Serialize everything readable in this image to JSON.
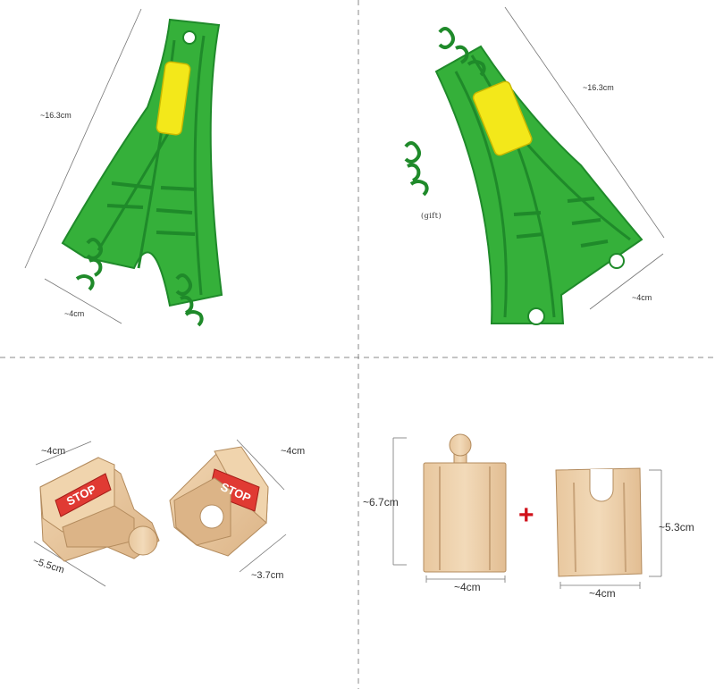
{
  "labels": {
    "switch_left_length": "~16.3cm",
    "switch_left_width": "~4cm",
    "switch_right_length": "~16.3cm",
    "switch_right_width": "~4cm",
    "gift": "(gift)",
    "stop_left_top": "~4cm",
    "stop_left_bottom": "~5.5cm",
    "stop_right_top": "~4cm",
    "stop_right_bottom": "~3.7cm",
    "stop_sign_text": "STOP",
    "straight_long_height": "~6.7cm",
    "straight_long_width": "~4cm",
    "straight_short_height": "~5.3cm",
    "straight_short_width": "~4cm",
    "plus": "+"
  },
  "colors": {
    "track_green": "#35b03a",
    "track_green_dark": "#1f8a2a",
    "switch_yellow": "#f3e81a",
    "wood": "#e9c9a0",
    "wood_dark": "#c9a47a",
    "stop_red": "#e03a33",
    "plus_red": "#d0121b",
    "divider": "#888888"
  }
}
